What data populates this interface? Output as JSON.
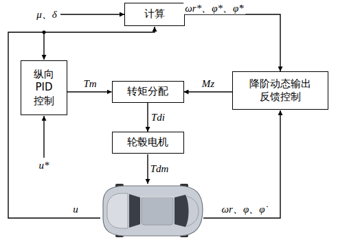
{
  "diagram": {
    "nodes": [
      {
        "text": [
          "计算"
        ]
      },
      {
        "text": [
          "纵向 PID 控制"
        ]
      },
      {
        "text": [
          "转矩分配"
        ]
      },
      {
        "text": [
          "降阶动态输出 反馈控制"
        ]
      },
      {
        "text": [
          "轮毂电机"
        ]
      }
    ],
    "edges": [
      {
        "from": 0,
        "to": 3,
        "label": "ωr*、φ*、φ̇*",
        "arrow": "to"
      },
      {
        "from": 1,
        "to": 2,
        "label": "Tm",
        "arrow": "to"
      },
      {
        "from": 3,
        "to": 2,
        "label": "Mz",
        "arrow": "to"
      },
      {
        "from": 2,
        "to": 4,
        "label": "Tdi",
        "arrow": "to"
      }
    ],
    "labels": [
      "μ、δ",
      "u*",
      "Tdm",
      "u",
      "ωr、φ、φ̇"
    ]
  }
}
